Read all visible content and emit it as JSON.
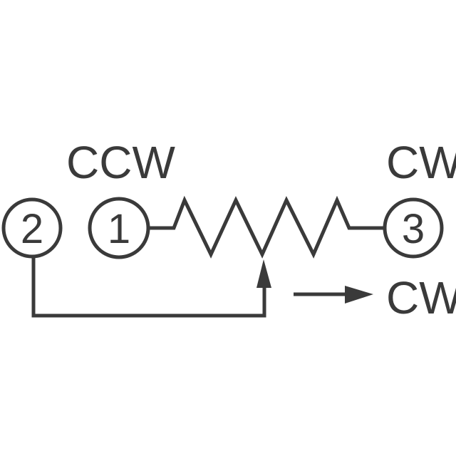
{
  "diagram": {
    "type": "potentiometer-schematic",
    "colors": {
      "ink": "#3a3a3a",
      "background": "#ffffff"
    },
    "pins": [
      {
        "id": "pin-2",
        "number": "2",
        "role": "wiper"
      },
      {
        "id": "pin-1",
        "number": "1",
        "role": "ccw-end"
      },
      {
        "id": "pin-3",
        "number": "3",
        "role": "cw-end"
      }
    ],
    "labels": {
      "ccw_terminal": "CCW",
      "cw_terminal": "CW",
      "rotation_direction": "CW"
    },
    "zigzag_peaks": 4
  }
}
